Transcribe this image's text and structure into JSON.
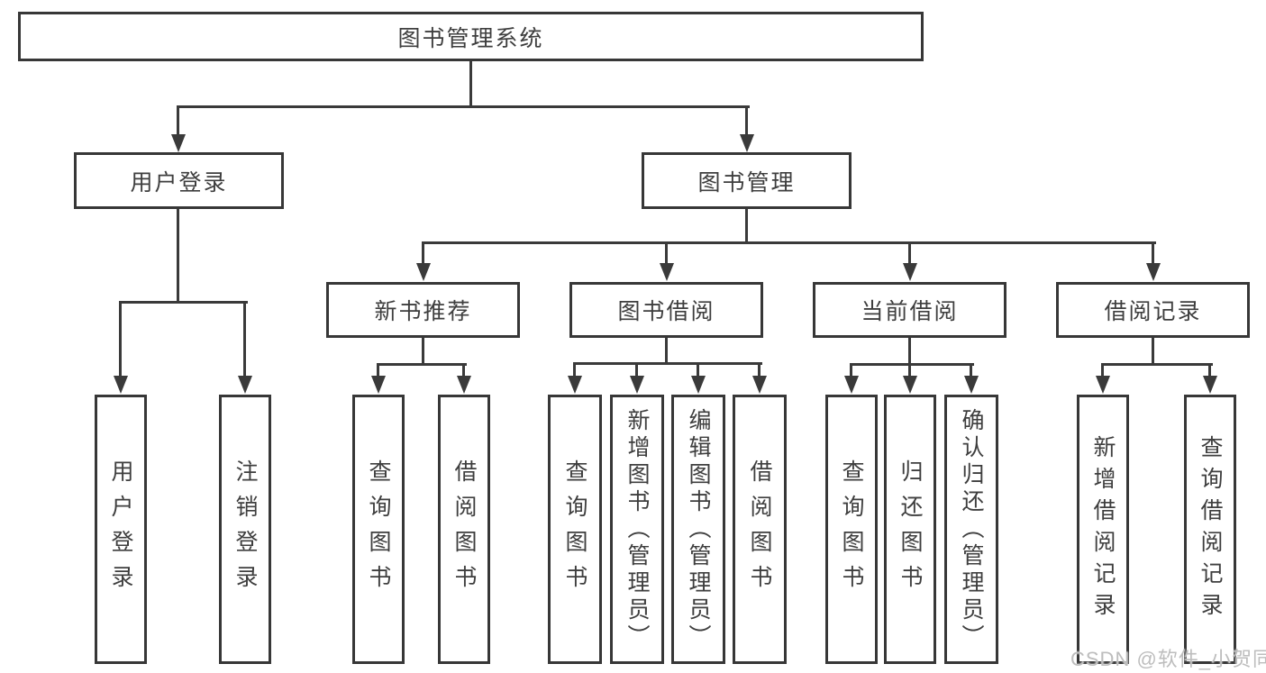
{
  "diagram": {
    "root": {
      "label": "图书管理系统"
    },
    "level2": [
      {
        "label": "用户登录",
        "children": [
          {
            "label": "用户登录"
          },
          {
            "label": "注销登录"
          }
        ]
      },
      {
        "label": "图书管理",
        "children": [
          {
            "label": "新书推荐",
            "children": [
              {
                "label": "查询图书"
              },
              {
                "label": "借阅图书"
              }
            ]
          },
          {
            "label": "图书借阅",
            "children": [
              {
                "label": "查询图书"
              },
              {
                "label": "新增图书（管理员）"
              },
              {
                "label": "编辑图书（管理员）"
              },
              {
                "label": "借阅图书"
              }
            ]
          },
          {
            "label": "当前借阅",
            "children": [
              {
                "label": "查询图书"
              },
              {
                "label": "归还图书"
              },
              {
                "label": "确认归还（管理员）"
              }
            ]
          },
          {
            "label": "借阅记录",
            "children": [
              {
                "label": "新增借阅记录"
              },
              {
                "label": "查询借阅记录"
              }
            ]
          }
        ]
      }
    ],
    "watermark": "CSDN @软件_小贺同学",
    "colors": {
      "line": "#3a3a3a",
      "border": "#373737",
      "text": "#3e3e3e",
      "watermark": "#bdbdbd"
    }
  }
}
